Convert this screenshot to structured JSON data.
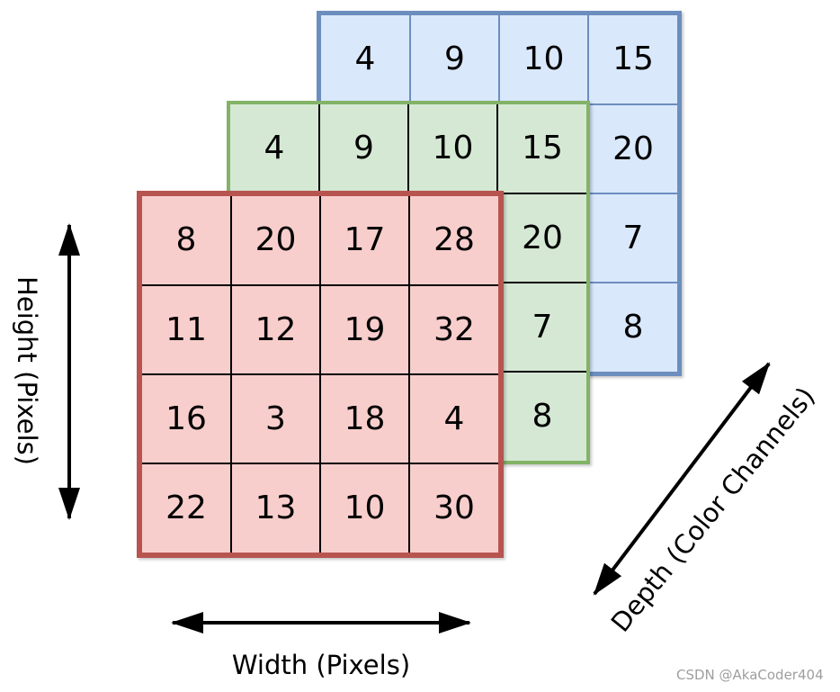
{
  "diagram": {
    "description": "3D image tensor diagram: three stacked 4x4 pixel grids representing color channels",
    "layers": [
      {
        "name": "blue-channel",
        "fill": "#dae8fc",
        "stroke": "#6c8ebf",
        "grid_line": "#6c8ebf",
        "rows": [
          [
            4,
            9,
            10,
            15
          ],
          [
            null,
            null,
            null,
            20
          ],
          [
            null,
            null,
            null,
            7
          ],
          [
            null,
            null,
            null,
            8
          ]
        ]
      },
      {
        "name": "green-channel",
        "fill": "#d5e8d4",
        "stroke": "#82b366",
        "grid_line": "#000000",
        "rows": [
          [
            4,
            9,
            10,
            15
          ],
          [
            null,
            null,
            null,
            20
          ],
          [
            null,
            null,
            null,
            7
          ],
          [
            null,
            null,
            null,
            8
          ]
        ]
      },
      {
        "name": "red-channel",
        "fill": "#f8cecc",
        "stroke": "#b85450",
        "grid_line": "#000000",
        "rows": [
          [
            8,
            20,
            17,
            28
          ],
          [
            11,
            12,
            19,
            32
          ],
          [
            16,
            3,
            18,
            4
          ],
          [
            22,
            13,
            10,
            30
          ]
        ]
      }
    ],
    "axes": {
      "height_label": "Height (Pixels)",
      "width_label": "Width (Pixels)",
      "depth_label": "Depth (Color Channels)",
      "arrow_color": "#000000"
    },
    "watermark": "CSDN @AkaCoder404"
  }
}
